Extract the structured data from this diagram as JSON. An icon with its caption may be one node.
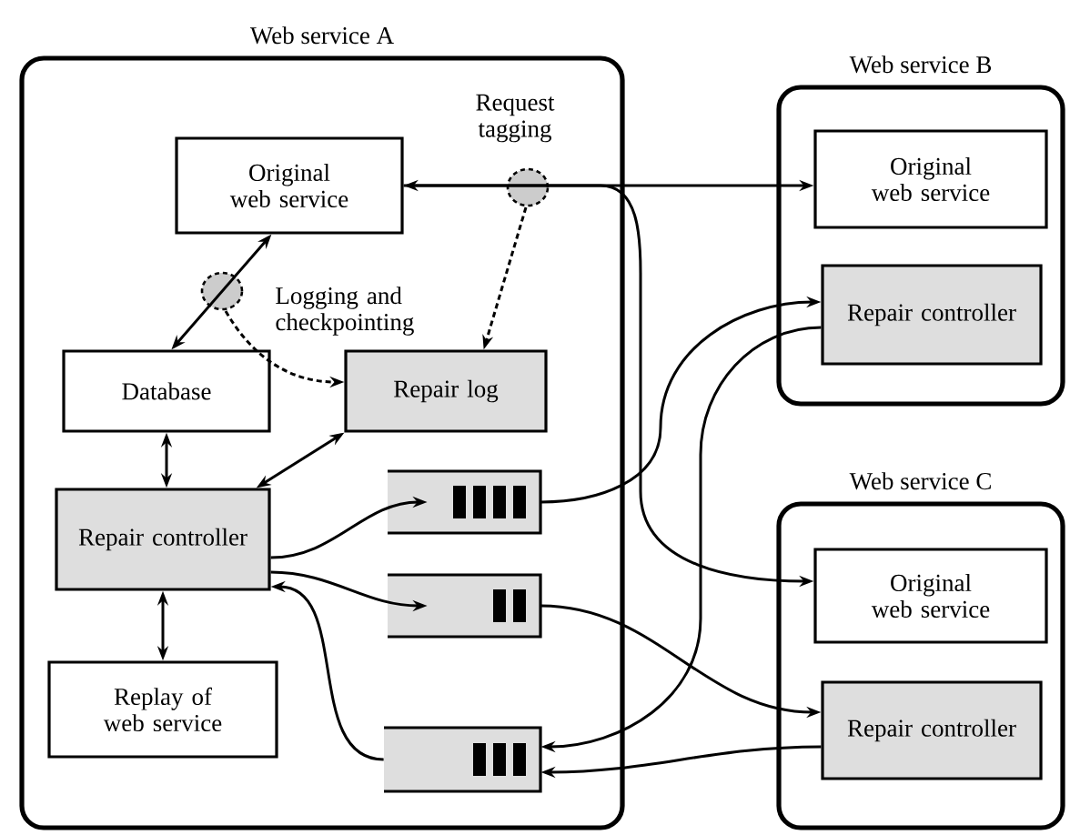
{
  "diagram": {
    "nodes": [
      {
        "text": [
          "Web service A"
        ]
      },
      {
        "text": [
          "Original web service"
        ],
        "in": 0
      },
      {
        "text": [
          "Database"
        ],
        "in": 0
      },
      {
        "text": [
          "Repair log"
        ],
        "in": 0
      },
      {
        "text": [
          "Repair controller"
        ],
        "in": 0
      },
      {
        "text": [
          "Replay of web service"
        ],
        "in": 0
      },
      {
        "text": [],
        "shape": "box",
        "in": 0
      },
      {
        "text": [],
        "shape": "box",
        "in": 0
      },
      {
        "text": [],
        "shape": "box",
        "in": 0
      },
      {
        "text": [
          "Web service B"
        ]
      },
      {
        "text": [
          "Original web service"
        ],
        "in": 9
      },
      {
        "text": [
          "Repair controller"
        ],
        "in": 9
      },
      {
        "text": [
          "Web service C"
        ]
      },
      {
        "text": [
          "Original web service"
        ],
        "in": 12
      },
      {
        "text": [
          "Repair controller"
        ],
        "in": 12
      }
    ],
    "edges": [
      {
        "from": 1,
        "to": 10,
        "arrow": "both"
      },
      {
        "from": 1,
        "to": 13,
        "arrow": "to"
      },
      {
        "from": 1,
        "to": 2,
        "arrow": "both"
      },
      {
        "from": null,
        "to": 3,
        "arrow": "to",
        "style": "dashed"
      },
      {
        "from": null,
        "to": 3,
        "arrow": "to",
        "style": "dashed"
      },
      {
        "from": 2,
        "to": 4,
        "arrow": "both"
      },
      {
        "from": 3,
        "to": 4,
        "arrow": "both"
      },
      {
        "from": 4,
        "to": 5,
        "arrow": "both"
      },
      {
        "from": 4,
        "to": 6,
        "arrow": "to"
      },
      {
        "from": 4,
        "to": 7,
        "arrow": "to"
      },
      {
        "from": 8,
        "to": 4,
        "arrow": "to"
      },
      {
        "from": 6,
        "to": 11,
        "arrow": "to"
      },
      {
        "from": 7,
        "to": 14,
        "arrow": "to"
      },
      {
        "from": 11,
        "to": 8,
        "arrow": "to"
      },
      {
        "from": 14,
        "to": 8,
        "arrow": "to"
      }
    ],
    "labels": [
      "Request tagging",
      "Logging and checkpointing"
    ]
  }
}
